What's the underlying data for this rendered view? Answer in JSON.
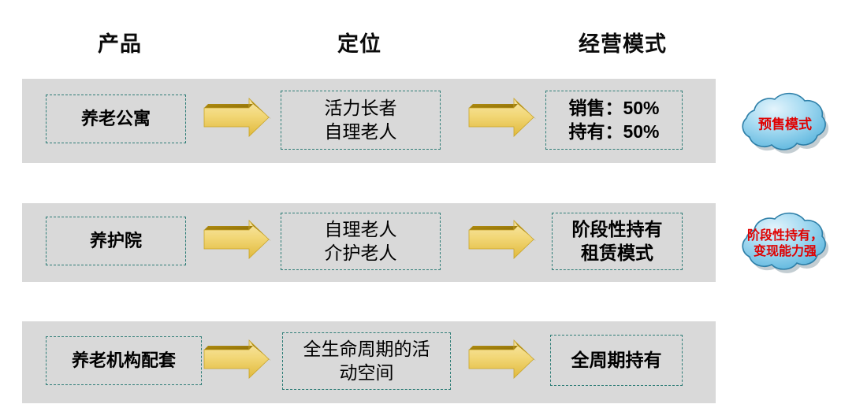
{
  "headers": {
    "product": "产品",
    "position": "定位",
    "model": "经营模式"
  },
  "rows": [
    {
      "product": "养老公寓",
      "position_lines": [
        "活力长者",
        "自理老人"
      ],
      "model_lines": [
        "销售：50%",
        "持有：50%"
      ],
      "cloud_lines": [
        "预售模式"
      ]
    },
    {
      "product": "养护院",
      "position_lines": [
        "自理老人",
        "介护老人"
      ],
      "model_lines": [
        "阶段性持有",
        "租赁模式"
      ],
      "cloud_lines": [
        "阶段性持有，",
        "变现能力强"
      ]
    },
    {
      "product": "养老机构配套",
      "position_lines": [
        "全生命周期的活",
        "动空间"
      ],
      "model_lines": [
        "全周期持有"
      ],
      "cloud_lines": []
    }
  ],
  "icons": {
    "arrow": "right-arrow-icon",
    "cloud": "cloud-callout-icon"
  },
  "colors": {
    "band_background": "#d9d9d9",
    "dashed_border": "#2e7d77",
    "arrow_light": "#f5dd8f",
    "arrow_mid": "#e3bf48",
    "arrow_dark": "#a8820c",
    "cloud_light": "#cdeaf7",
    "cloud_mid": "#74c4e8",
    "cloud_edge": "#2e7fa8",
    "cloud_text": "#e00000",
    "header_text": "#0b0b0b"
  }
}
